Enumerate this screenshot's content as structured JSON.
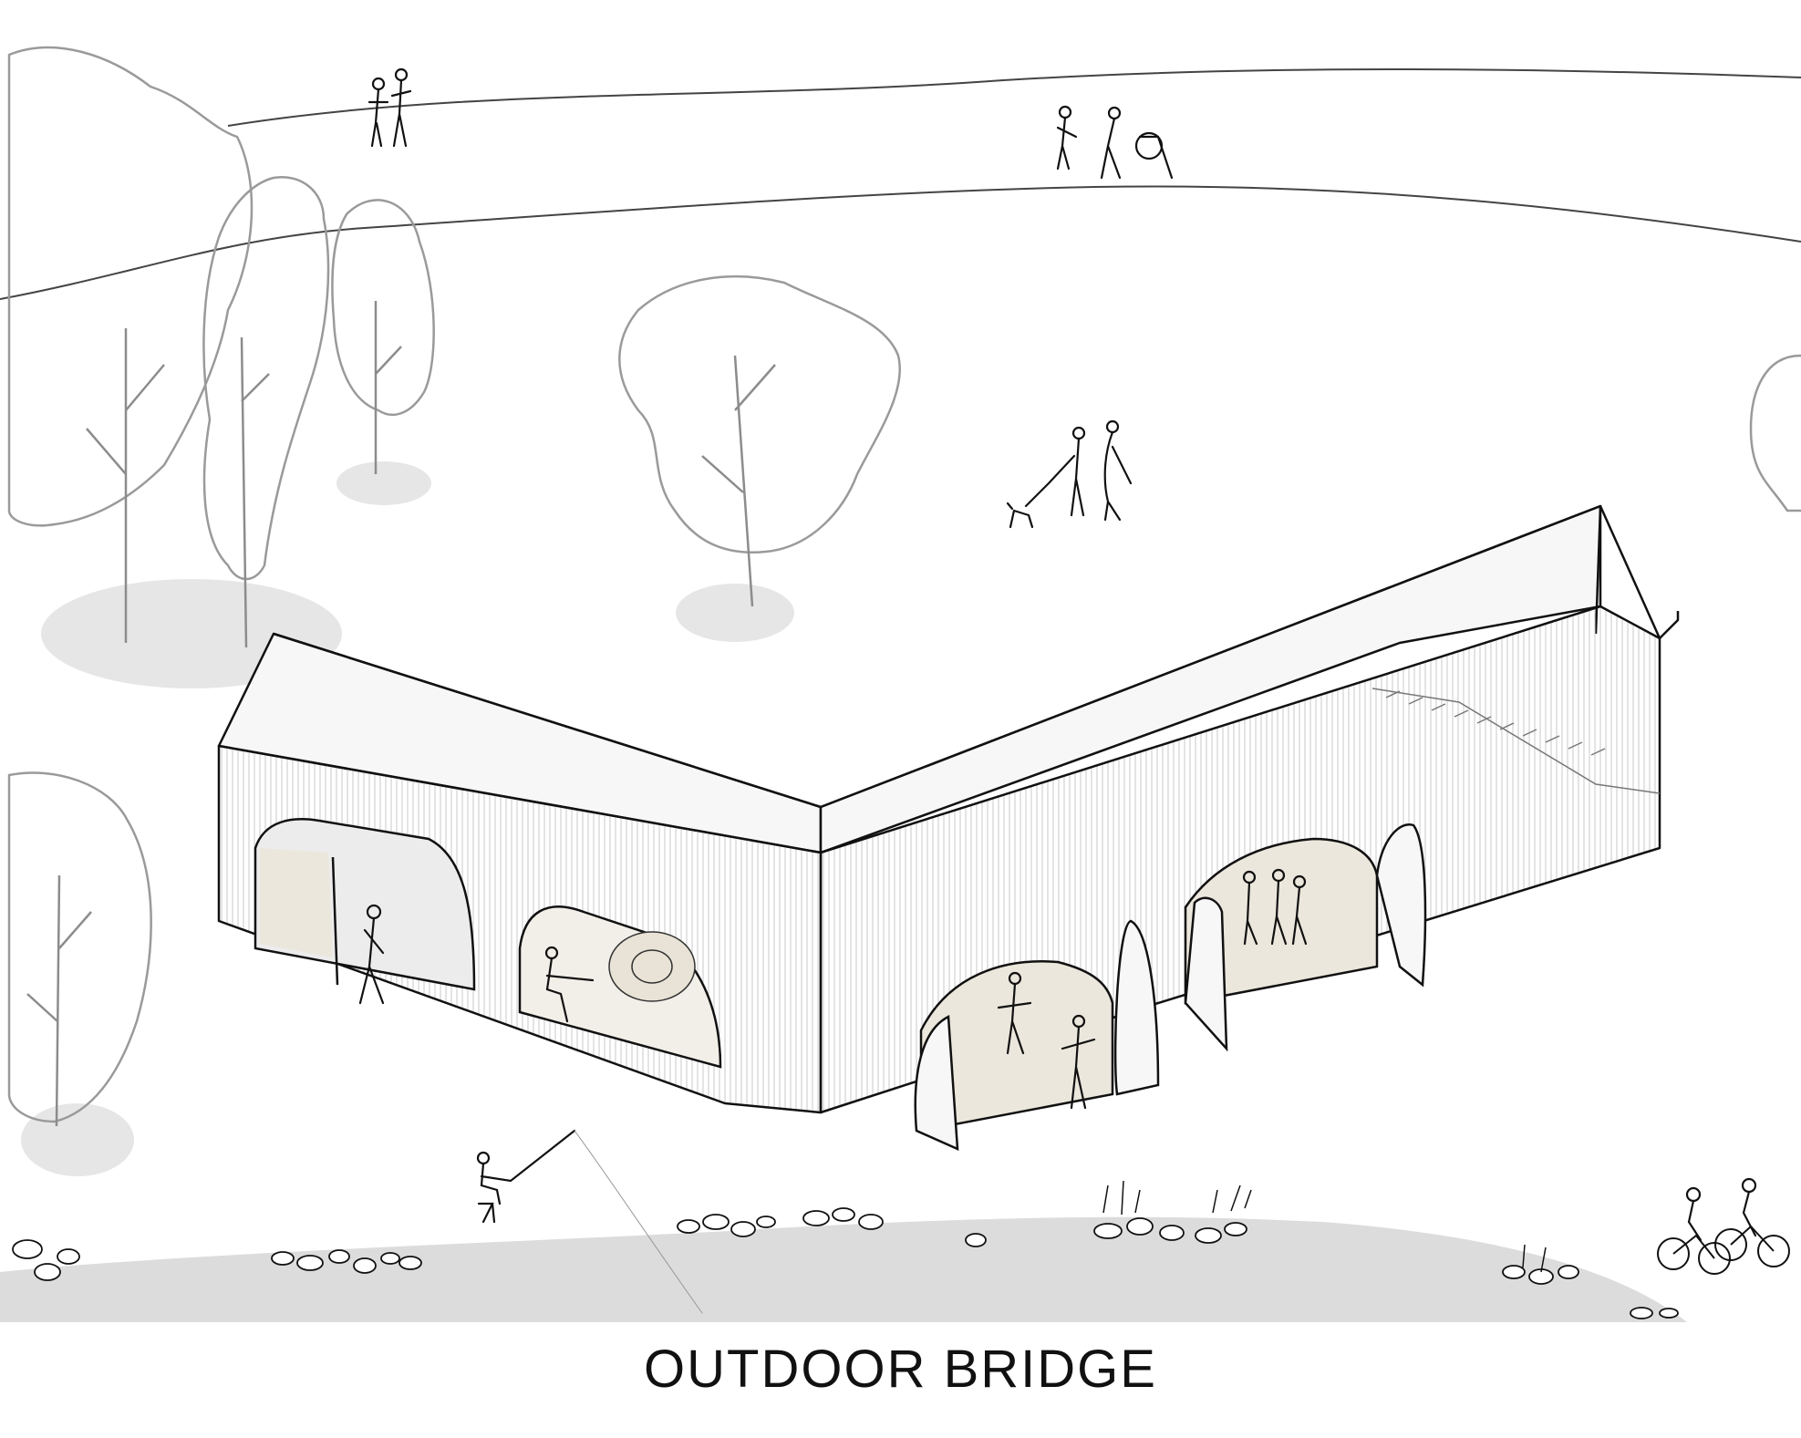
{
  "caption": "OUTDOOR BRIDGE",
  "colors": {
    "ink": "#111111",
    "tree_line": "#9a9a9a",
    "shadow": "#e4e4e4",
    "riverbank": "#dcdcdc",
    "arch_interior": "#ece7dc",
    "arch_shade": "#d8d8d8"
  },
  "elements": [
    "riverbank",
    "trees",
    "paths",
    "bridge",
    "arches",
    "stairs",
    "people",
    "rocks",
    "bicycles"
  ]
}
